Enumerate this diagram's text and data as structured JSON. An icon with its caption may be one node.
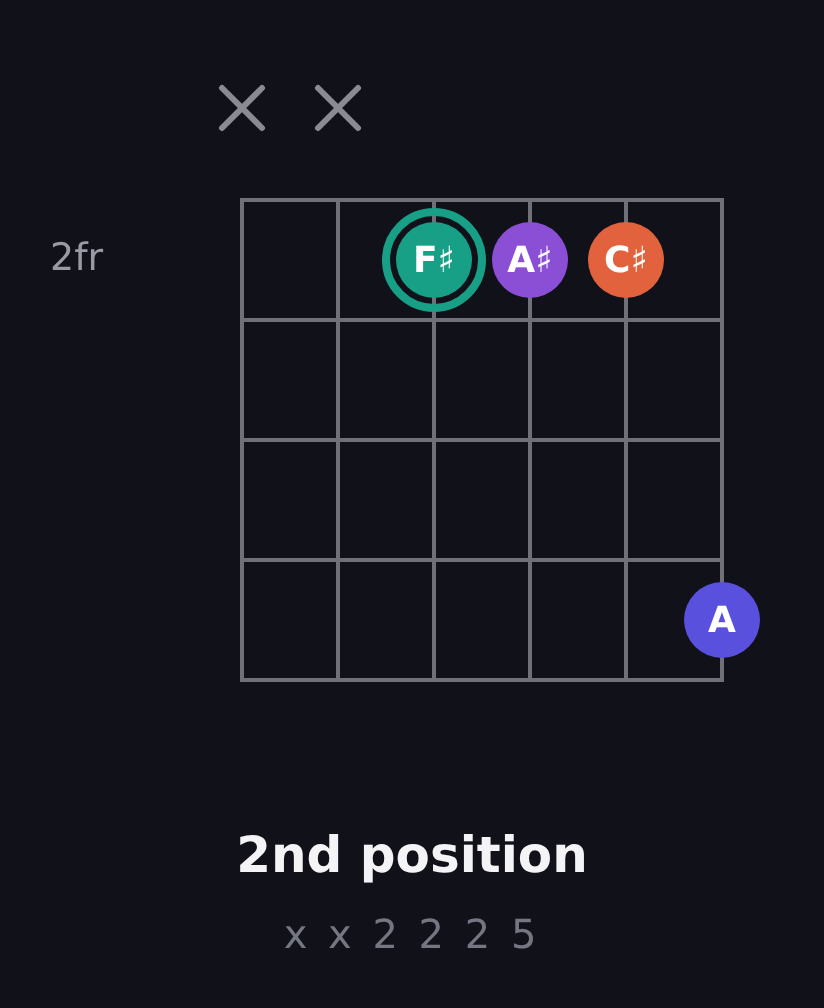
{
  "diagram": {
    "title": "2nd position",
    "nodes": [
      {
        "text": [
          "F♯"
        ]
      },
      {
        "text": [
          "A♯"
        ]
      },
      {
        "text": [
          "C♯"
        ]
      },
      {
        "text": [
          "A"
        ]
      }
    ],
    "labels": [
      "2fr",
      "x x 2 2 2 5"
    ]
  }
}
